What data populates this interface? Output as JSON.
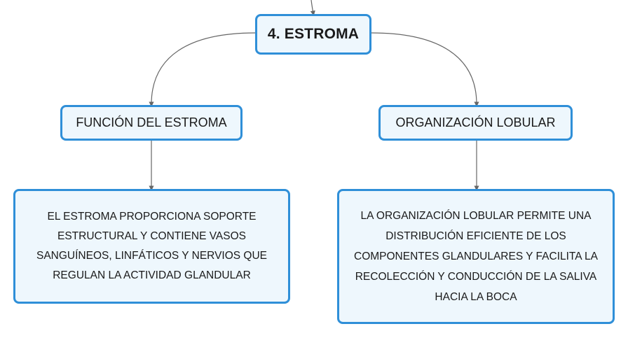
{
  "root": {
    "label": "4. ESTROMA"
  },
  "branches": [
    {
      "title": "FUNCIÓN DEL ESTROMA",
      "detail_lines": [
        "EL ESTROMA PROPORCIONA SOPORTE",
        "ESTRUCTURAL Y CONTIENE VASOS",
        "SANGUÍNEOS, LINFÁTICOS Y NERVIOS QUE",
        "REGULAN LA ACTIVIDAD GLANDULAR"
      ]
    },
    {
      "title": "ORGANIZACIÓN LOBULAR",
      "detail_lines": [
        "LA ORGANIZACIÓN LOBULAR PERMITE UNA",
        "DISTRIBUCIÓN EFICIENTE DE LOS",
        "COMPONENTES GLANDULARES Y FACILITA LA",
        "RECOLECCIÓN Y CONDUCCIÓN DE LA SALIVA",
        "HACIA LA BOCA"
      ]
    }
  ],
  "colors": {
    "node_border": "#2f8fd8",
    "node_fill": "#eef7fd",
    "connector": "#666666"
  }
}
